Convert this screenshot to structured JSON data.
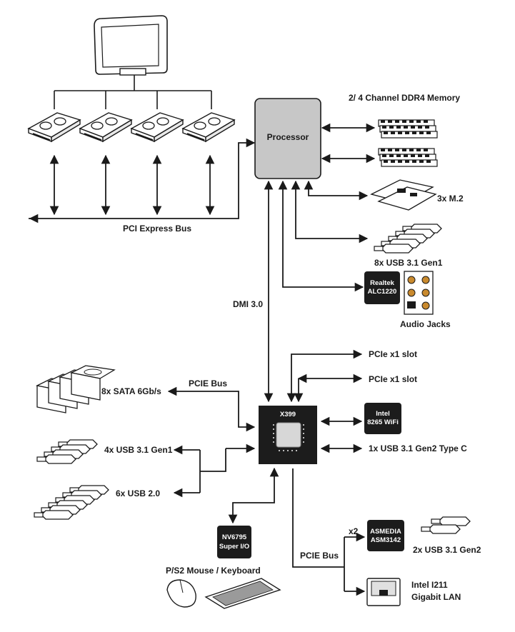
{
  "processor": {
    "label": "Processor"
  },
  "chipset": {
    "label": "X399"
  },
  "labels": {
    "memory": "2/ 4 Channel DDR4 Memory",
    "m2": "3x M.2",
    "usb_cpu": "8x USB 3.1 Gen1",
    "audio_jacks": "Audio Jacks",
    "pci_express_bus": "PCI Express Bus",
    "dmi": "DMI 3.0",
    "pcie_slot_1": "PCIe x1 slot",
    "pcie_slot_2": "PCIe x1 slot",
    "sata": "8x SATA 6Gb/s",
    "pcie_bus_left": "PCIE Bus",
    "usb31_gen1": "4x USB 3.1 Gen1",
    "usb20": "6x USB 2.0",
    "usb_type_c": "1x USB 3.1 Gen2 Type C",
    "ps2": "P/S2 Mouse / Keyboard",
    "pcie_bus_bottom": "PCIE Bus",
    "x2": "x2",
    "usb31_gen2": "2x USB 3.1 Gen2",
    "lan_line1": "Intel I211",
    "lan_line2": "Gigabit LAN"
  },
  "chips": {
    "realtek": [
      "Realtek",
      "ALC1220"
    ],
    "intel_wifi": [
      "Intel",
      "8265 WiFi"
    ],
    "super_io": [
      "NV6795",
      "Super I/O"
    ],
    "asmedia": [
      "ASMEDIA",
      "ASM3142"
    ]
  },
  "colors": {
    "line": "#1a1a1a",
    "processor_fill": "#c7c7c7",
    "chip_fill": "#1c1c1c"
  }
}
